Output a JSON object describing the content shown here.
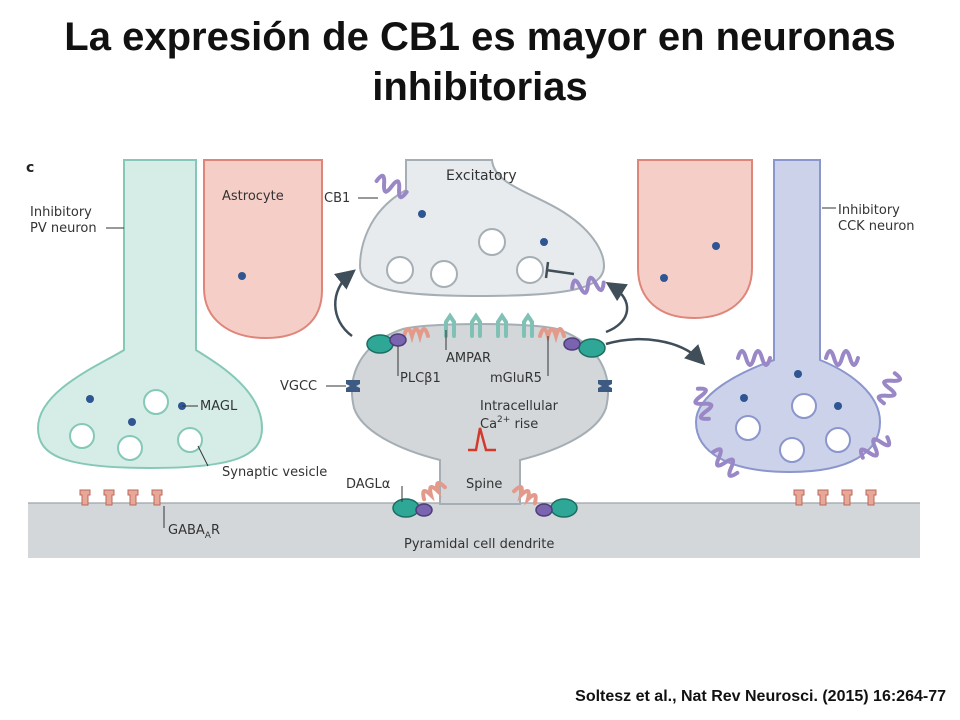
{
  "title": {
    "line1": "La expresión de CB1 es mayor en neuronas",
    "line2": "inhibitorias"
  },
  "citation": "Soltesz et al., Nat Rev Neurosci. (2015) 16:264-77",
  "figure": {
    "panel_letter": "c",
    "labels": {
      "pv_line1": "Inhibitory",
      "pv_line2": "PV neuron",
      "astrocyte": "Astrocyte",
      "cb1": "CB1",
      "excitatory": "Excitatory",
      "cck_line1": "Inhibitory",
      "cck_line2": "CCK neuron",
      "ampar": "AMPAR",
      "plcb1": "PLCβ1",
      "mglur5": "mGluR5",
      "vgcc": "VGCC",
      "magl": "MAGL",
      "ca_line1": "Intracellular",
      "ca_line2_pre": "Ca",
      "ca_sup": "2+",
      "ca_line2_post": " rise",
      "synaptic_vesicle": "Synaptic vesicle",
      "dagla": "DAGLα",
      "spine": "Spine",
      "gabaar_pre": "GABA",
      "gabaar_sub": "A",
      "gabaar_post": "R",
      "dendrite": "Pyramidal cell dendrite"
    }
  },
  "colors": {
    "pv_fill": "#d5ede6",
    "pv_stroke": "#86c8b8",
    "astro_fill": "#f5cfc7",
    "astro_stroke": "#e0857a",
    "exc_fill": "#e7ebee",
    "exc_stroke": "#a5aeb4",
    "cck_fill": "#ccd2ea",
    "cck_stroke": "#8a96cc",
    "dendrite_fill": "#d3d7da",
    "cb1": "#9a87c6",
    "gabaar": "#e8a797",
    "ampar": "#7fc1b4",
    "mglur5": "#e39a8b",
    "vgcc": "#3d5a83",
    "dagl": "#2fa797",
    "plc": "#7a64b0",
    "dot": "#2f5592"
  }
}
